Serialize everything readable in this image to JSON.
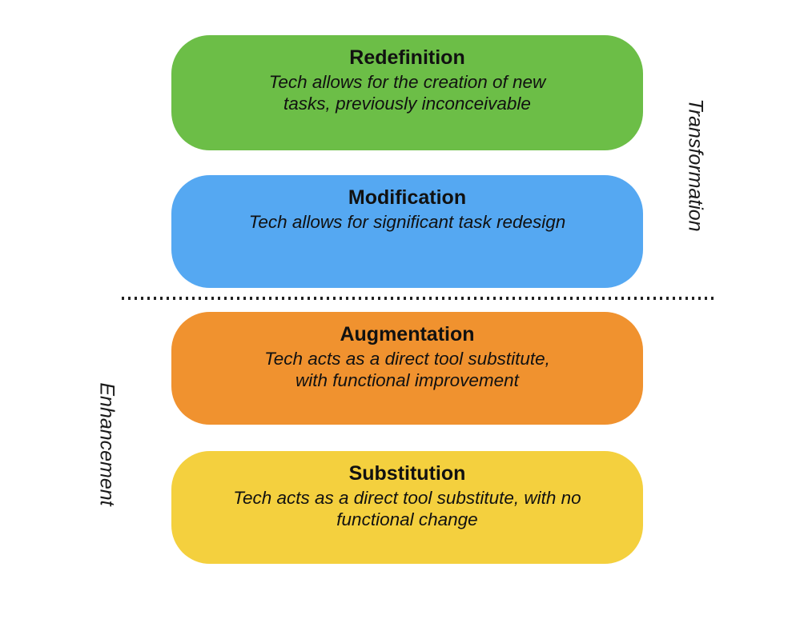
{
  "side_labels": {
    "right": "Transformation",
    "left": "Enhancement"
  },
  "boxes": [
    {
      "title": "Redefinition",
      "description": "Tech allows for the creation of new tasks, previously inconceivable",
      "color": "#6CBE47"
    },
    {
      "title": "Modification",
      "description": "Tech allows for significant task redesign",
      "color": "#55A8F2"
    },
    {
      "title": "Augmentation",
      "description": "Tech acts as a direct tool substitute, with functional improvement",
      "color": "#F0922F"
    },
    {
      "title": "Substitution",
      "description": "Tech acts as a direct tool substitute, with no functional change",
      "color": "#F4D03E"
    }
  ],
  "colors": {
    "background": "#FFFFFF",
    "text": "#111111",
    "divider_dots": "#222222"
  }
}
